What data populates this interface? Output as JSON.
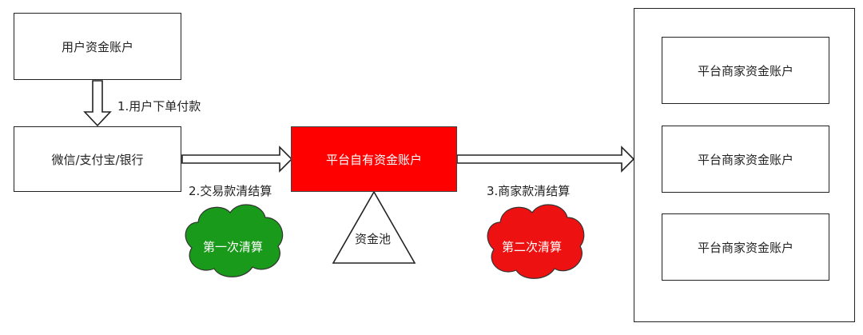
{
  "nodes": {
    "user_account": "用户资金账户",
    "payment_channels": "微信/支付宝/银行",
    "platform_account": "平台自有资金账户",
    "fund_pool": "资金池",
    "merchant_accounts": [
      "平台商家资金账户",
      "平台商家资金账户",
      "平台商家资金账户"
    ]
  },
  "edges": {
    "step1": "1.用户下单付款",
    "step2": "2.交易款清结算",
    "step3": "3.商家款清结算"
  },
  "clouds": {
    "first": "第一次清算",
    "second": "第二次清算"
  },
  "colors": {
    "platform_fill": "#ff0000",
    "first_cloud": "#1a9a1a",
    "second_cloud": "#ee1111"
  }
}
